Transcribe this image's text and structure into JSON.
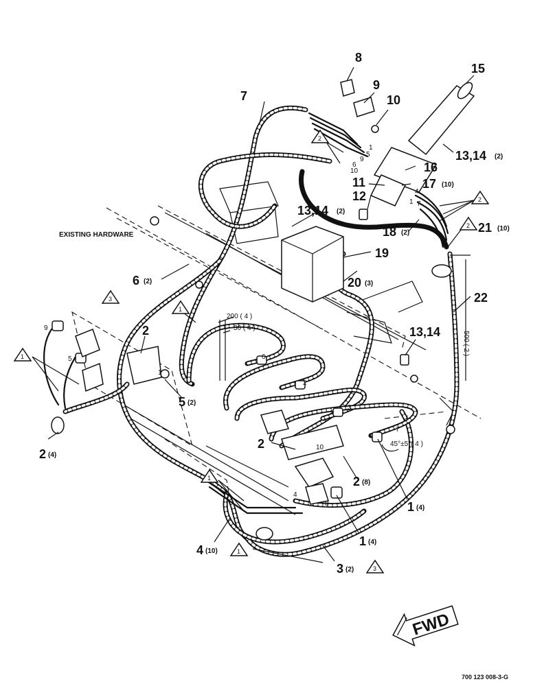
{
  "callouts": {
    "c8": "8",
    "c9": "9",
    "c10": "10",
    "c15": "15",
    "c7": "7",
    "c13_14_top": "13,14",
    "c13_14_top_qty": "(2)",
    "c16": "16",
    "c11": "11",
    "c17": "17",
    "c17_qty": "(10)",
    "c12": "12",
    "c13_14_mid": "13,14",
    "c13_14_mid_qty": "(2)",
    "c18": "18",
    "c18_qty": "(2)",
    "c21": "21",
    "c21_qty": "(10)",
    "c19": "19",
    "c6": "6",
    "c6_qty": "(2)",
    "c20": "20",
    "c20_qty": "(3)",
    "c22": "22",
    "c13_14_right": "13,14",
    "c2_left": "2",
    "c5": "5",
    "c5_qty": "(2)",
    "c2_4": "2",
    "c2_4_qty": "(4)",
    "c2_mid": "2",
    "c2_8": "2",
    "c2_8_qty": "(8)",
    "c1_upper": "1",
    "c1_upper_qty": "(4)",
    "c1_lower": "1",
    "c1_lower_qty": "(4)",
    "c4": "4",
    "c4_qty": "(10)",
    "c3": "3",
    "c3_qty": "(2)"
  },
  "triangles": {
    "t2_top": "2",
    "t2_right": "2",
    "t2_21": "2",
    "t3_left": "3",
    "t1_mid": "1",
    "t1_left": "1",
    "t1_bottom": "1",
    "t1_4": "1",
    "t3_bottom": "3"
  },
  "small_labels": {
    "n1_a": "1",
    "n5": "5",
    "n9": "9",
    "n6": "6",
    "n10": "10",
    "n4": "4",
    "n1_b": "1",
    "n7": "7",
    "n9_left": "9",
    "n5_left": "5",
    "n1_left": "1",
    "n6_mid": "6",
    "n2_mid": "2",
    "n3_mid": "3",
    "n7_mid": "7",
    "n10_bot": "10",
    "n4_bot": "4",
    "n8_bot": "8"
  },
  "dimensions": {
    "d200": "200 ( 4 )",
    "d30": "30 ( 4 )",
    "d500": "500 ( 2 )",
    "angle": "45°±5°( 4 )"
  },
  "existing_hardware": "EXISTING HARDWARE",
  "fwd_label": "FWD",
  "drawing_number": "700 123 008-3-G"
}
